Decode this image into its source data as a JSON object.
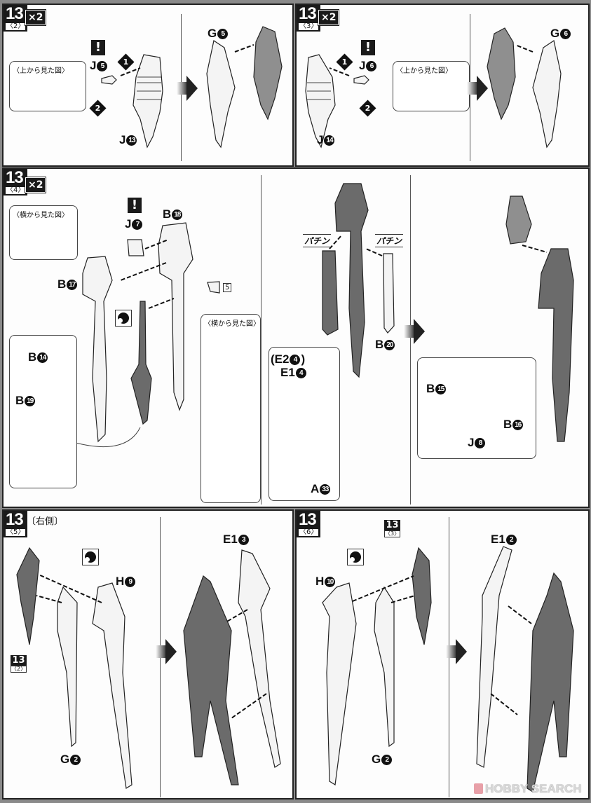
{
  "panels": {
    "p1": {
      "step": "13",
      "sub": "〈2〉",
      "multiplier": "×2",
      "callout": "〈上から見た図〉",
      "labels": [
        {
          "letter": "J",
          "num": "5"
        },
        {
          "letter": "J",
          "num": "13"
        },
        {
          "letter": "G",
          "num": "5"
        }
      ],
      "order": [
        "1",
        "2"
      ],
      "warning": "!"
    },
    "p2": {
      "step": "13",
      "sub": "〈3〉",
      "multiplier": "×2",
      "callout": "〈上から見た図〉",
      "labels": [
        {
          "letter": "J",
          "num": "6"
        },
        {
          "letter": "J",
          "num": "14"
        },
        {
          "letter": "G",
          "num": "6"
        }
      ],
      "order": [
        "1",
        "2"
      ],
      "warning": "!"
    },
    "p3": {
      "step": "13",
      "sub": "〈4〉",
      "multiplier": "×2",
      "callout_side": "〈横から見た図〉",
      "callout_side2": "〈横から見た図〉",
      "warning": "!",
      "sheet_number": "5",
      "snap_left": "パチン",
      "snap_right": "パチン",
      "labels": {
        "J7": {
          "letter": "J",
          "num": "7"
        },
        "B18": {
          "letter": "B",
          "num": "18"
        },
        "B17": {
          "letter": "B",
          "num": "17"
        },
        "B14": {
          "letter": "B",
          "num": "14"
        },
        "B19": {
          "letter": "B",
          "num": "19"
        },
        "B20": {
          "letter": "B",
          "num": "20"
        },
        "E2_4": {
          "prefix": "(E2",
          "num": "4",
          "suffix": ")"
        },
        "E1_4": {
          "letter": "E1",
          "num": "4"
        },
        "A33": {
          "letter": "A",
          "num": "33"
        },
        "B15": {
          "letter": "B",
          "num": "15"
        },
        "J8": {
          "letter": "J",
          "num": "8"
        },
        "B16": {
          "letter": "B",
          "num": "16"
        }
      }
    },
    "p4": {
      "step": "13",
      "sub": "〈5〉",
      "side": "〔右側〕",
      "ref": {
        "step": "13",
        "sub": "〈2〉"
      },
      "labels": [
        {
          "letter": "H",
          "num": "9"
        },
        {
          "letter": "G",
          "num": "2"
        },
        {
          "letter": "E1",
          "num": "3"
        }
      ]
    },
    "p5": {
      "step": "13",
      "sub": "〈6〉",
      "ref": {
        "step": "13",
        "sub": "〈3〉"
      },
      "labels": [
        {
          "letter": "H",
          "num": "10"
        },
        {
          "letter": "G",
          "num": "2"
        },
        {
          "letter": "E1",
          "num": "2"
        }
      ]
    }
  },
  "watermark": "HOBBY SEARCH"
}
